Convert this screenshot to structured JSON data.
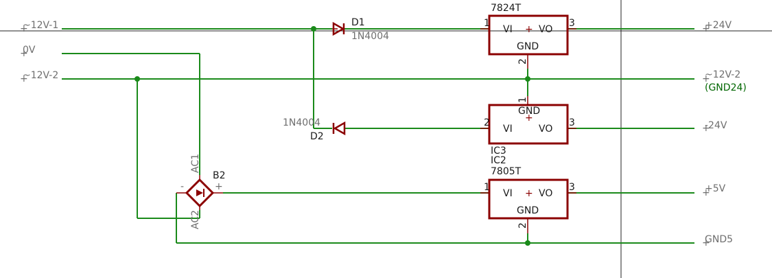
{
  "nets": {
    "in1": "~12V-1",
    "gnd0": "0V",
    "in2": "~12V-2",
    "out24": "+24V",
    "out_in2": "~12V-2",
    "gnd24": "(GND24)",
    "minus24": "-24V",
    "out5": "+5V",
    "gnd5": "GND5"
  },
  "parts": {
    "d1": {
      "name": "D1",
      "value": "1N4004"
    },
    "d2": {
      "name": "D2",
      "value": "1N4004"
    },
    "reg24": {
      "value": "7824T",
      "vi": "VI",
      "vo": "VO",
      "gnd": "GND",
      "pin1": "1",
      "pin2": "2",
      "pin3": "3"
    },
    "reg_neg": {
      "name": "IC3",
      "vi": "VI",
      "vo": "VO",
      "gnd": "GND",
      "pin1": "1",
      "pin2": "2",
      "pin3": "3"
    },
    "reg5": {
      "name": "IC2",
      "value": "7805T",
      "vi": "VI",
      "vo": "VO",
      "gnd": "GND",
      "pin1": "1",
      "pin2": "2",
      "pin3": "3"
    },
    "bridge": {
      "name": "B2",
      "ac1": "AC1",
      "ac2": "AC2",
      "plus": "+",
      "minus": "-"
    }
  },
  "colors": {
    "wire": "#1a8a1a",
    "part": "#8b0000",
    "net_label": "#006600"
  }
}
